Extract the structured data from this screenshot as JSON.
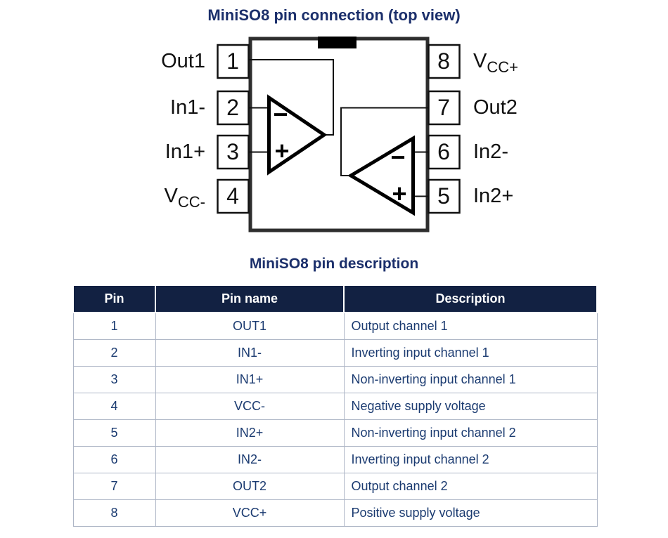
{
  "diagram": {
    "title": "MiniSO8 pin connection (top view)",
    "left_pins": [
      {
        "number": "1",
        "label_main": "Out1",
        "label_sub": ""
      },
      {
        "number": "2",
        "label_main": "In1-",
        "label_sub": ""
      },
      {
        "number": "3",
        "label_main": "In1+",
        "label_sub": ""
      },
      {
        "number": "4",
        "label_main": "V",
        "label_sub": "CC-"
      }
    ],
    "right_pins": [
      {
        "number": "8",
        "label_main": "V",
        "label_sub": "CC+"
      },
      {
        "number": "7",
        "label_main": "Out2",
        "label_sub": ""
      },
      {
        "number": "6",
        "label_main": "In2-",
        "label_sub": ""
      },
      {
        "number": "5",
        "label_main": "In2+",
        "label_sub": ""
      }
    ],
    "opamp1": {
      "minus": "−",
      "plus": "+"
    },
    "opamp2": {
      "minus": "−",
      "plus": "+"
    }
  },
  "table": {
    "title": "MiniSO8 pin description",
    "headers": [
      "Pin",
      "Pin name",
      "Description"
    ],
    "rows": [
      {
        "pin": "1",
        "name": "OUT1",
        "description": "Output channel 1"
      },
      {
        "pin": "2",
        "name": "IN1-",
        "description": "Inverting input channel 1"
      },
      {
        "pin": "3",
        "name": "IN1+",
        "description": "Non-inverting input channel 1"
      },
      {
        "pin": "4",
        "name": "VCC-",
        "description": "Negative supply voltage"
      },
      {
        "pin": "5",
        "name": "IN2+",
        "description": "Non-inverting input channel 2"
      },
      {
        "pin": "6",
        "name": "IN2-",
        "description": "Inverting input channel 2"
      },
      {
        "pin": "7",
        "name": "OUT2",
        "description": "Output channel 2"
      },
      {
        "pin": "8",
        "name": "VCC+",
        "description": "Positive supply voltage"
      }
    ]
  },
  "colors": {
    "title_navy": "#1b2f6b",
    "table_header_bg": "#122142",
    "table_text": "#1a3a70",
    "grid_line": "#aeb6c6",
    "diagram_line": "#111111"
  }
}
